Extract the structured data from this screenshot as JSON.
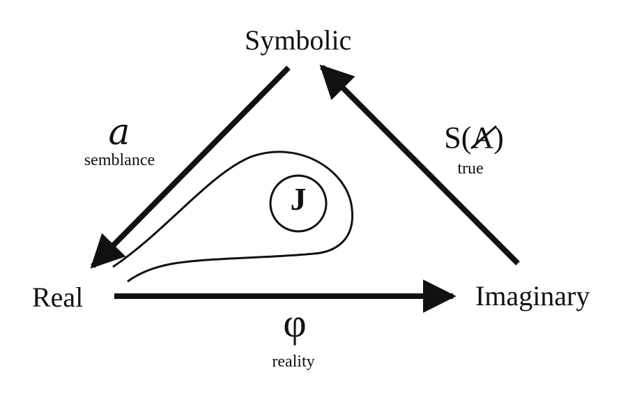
{
  "diagram": {
    "nodes": {
      "symbolic": "Symbolic",
      "real": "Real",
      "imaginary": "Imaginary"
    },
    "edges": {
      "semblance": {
        "symbol": "a",
        "label": "semblance"
      },
      "true": {
        "symbol": "S(A)",
        "label": "true"
      },
      "reality": {
        "symbol": "φ",
        "label": "reality"
      }
    },
    "center_symbol": "J"
  }
}
